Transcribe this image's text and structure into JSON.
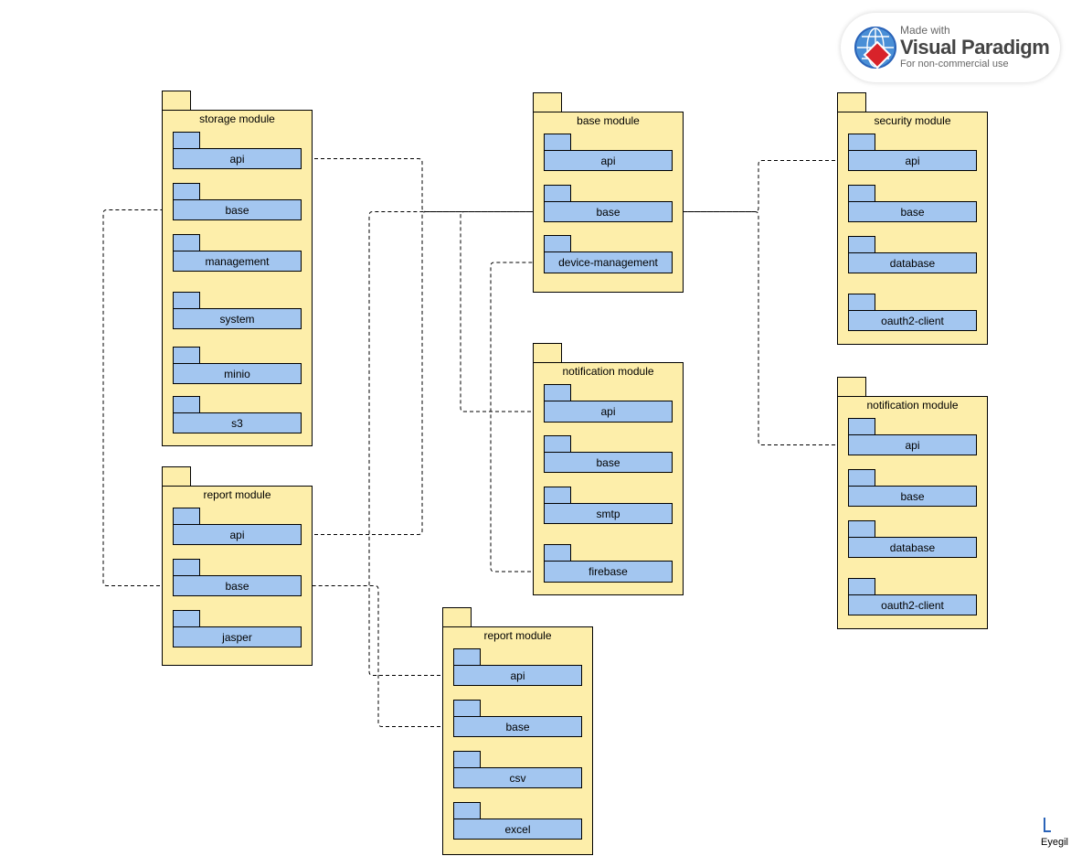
{
  "badge": {
    "made_with": "Made with",
    "brand": "Visual Paradigm",
    "usage": "For non-commercial use"
  },
  "signature": "Eyegil",
  "colors": {
    "package_fill": "#fdeeaa",
    "subpackage_fill": "#a3c6f0",
    "line": "#000000"
  },
  "packages": [
    {
      "id": "storage",
      "name": "storage module",
      "subs": [
        "api",
        "base",
        "management",
        "system",
        "minio",
        "s3"
      ]
    },
    {
      "id": "report1",
      "name": "report module",
      "subs": [
        "api",
        "base",
        "jasper"
      ]
    },
    {
      "id": "base",
      "name": "base module",
      "subs": [
        "api",
        "base",
        "device-management"
      ]
    },
    {
      "id": "notification1",
      "name": "notification module",
      "subs": [
        "api",
        "base",
        "smtp",
        "firebase"
      ]
    },
    {
      "id": "report2",
      "name": "report module",
      "subs": [
        "api",
        "base",
        "csv",
        "excel"
      ]
    },
    {
      "id": "security",
      "name": "security module",
      "subs": [
        "api",
        "base",
        "database",
        "oauth2-client"
      ]
    },
    {
      "id": "notification2",
      "name": "notification module",
      "subs": [
        "api",
        "base",
        "database",
        "oauth2-client"
      ]
    }
  ],
  "dependencies": [
    {
      "from": "storage.api",
      "to": "base.base"
    },
    {
      "from": "report1.api",
      "to": "base.base"
    },
    {
      "from": "report1.base",
      "to": "storage.base"
    },
    {
      "from": "report2.api",
      "to": "base.base"
    },
    {
      "from": "report2.base",
      "to": "report1.base"
    },
    {
      "from": "notification1.api",
      "to": "base.base"
    },
    {
      "from": "notification1.firebase",
      "to": "base.device-management"
    },
    {
      "from": "security.api",
      "to": "base.base"
    },
    {
      "from": "notification2.api",
      "to": "base.base"
    }
  ]
}
